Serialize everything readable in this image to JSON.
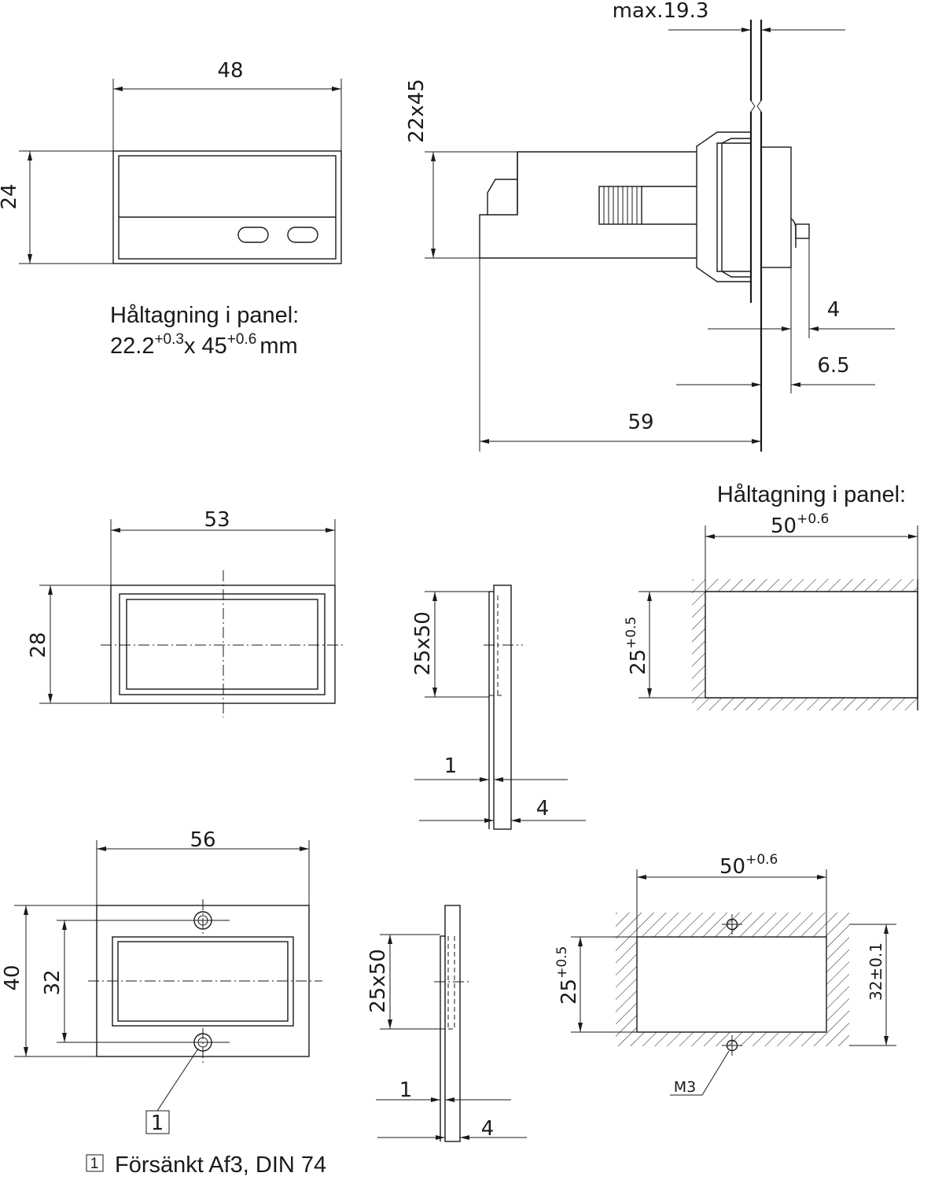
{
  "dimensions": {
    "d48": "48",
    "d24": "24",
    "dmax": "max.19.3",
    "d22x45": "22x45",
    "d4a": "4",
    "d6_5": "6.5",
    "d59": "59",
    "d53": "53",
    "d28": "28",
    "d25x50a": "25x50",
    "d1a": "1",
    "d4b": "4",
    "d50a": "50",
    "d50a_tol": "+0.6",
    "d25a": "25",
    "d25a_tol": "+0.5",
    "d56": "56",
    "d40": "40",
    "d32": "32",
    "d25x50b": "25x50",
    "d1b": "1",
    "d4c": "4",
    "d50b": "50",
    "d50b_tol": "+0.6",
    "d25b": "25",
    "d25b_tol": "+0.5",
    "d32tol": "32±0.1",
    "m3": "M3"
  },
  "notes": {
    "panel_cutout_1": "Håltagning i panel:",
    "cutout_w": "22.2",
    "cutout_w_tol": "+0.3",
    "cutout_x": "x 45",
    "cutout_h_tol": "+0.6",
    "cutout_unit": "mm",
    "panel_cutout_2": "Håltagning i panel:",
    "callout_1": "1",
    "legend_num": "1",
    "legend_text": "Försänkt Af3, DIN 74"
  }
}
